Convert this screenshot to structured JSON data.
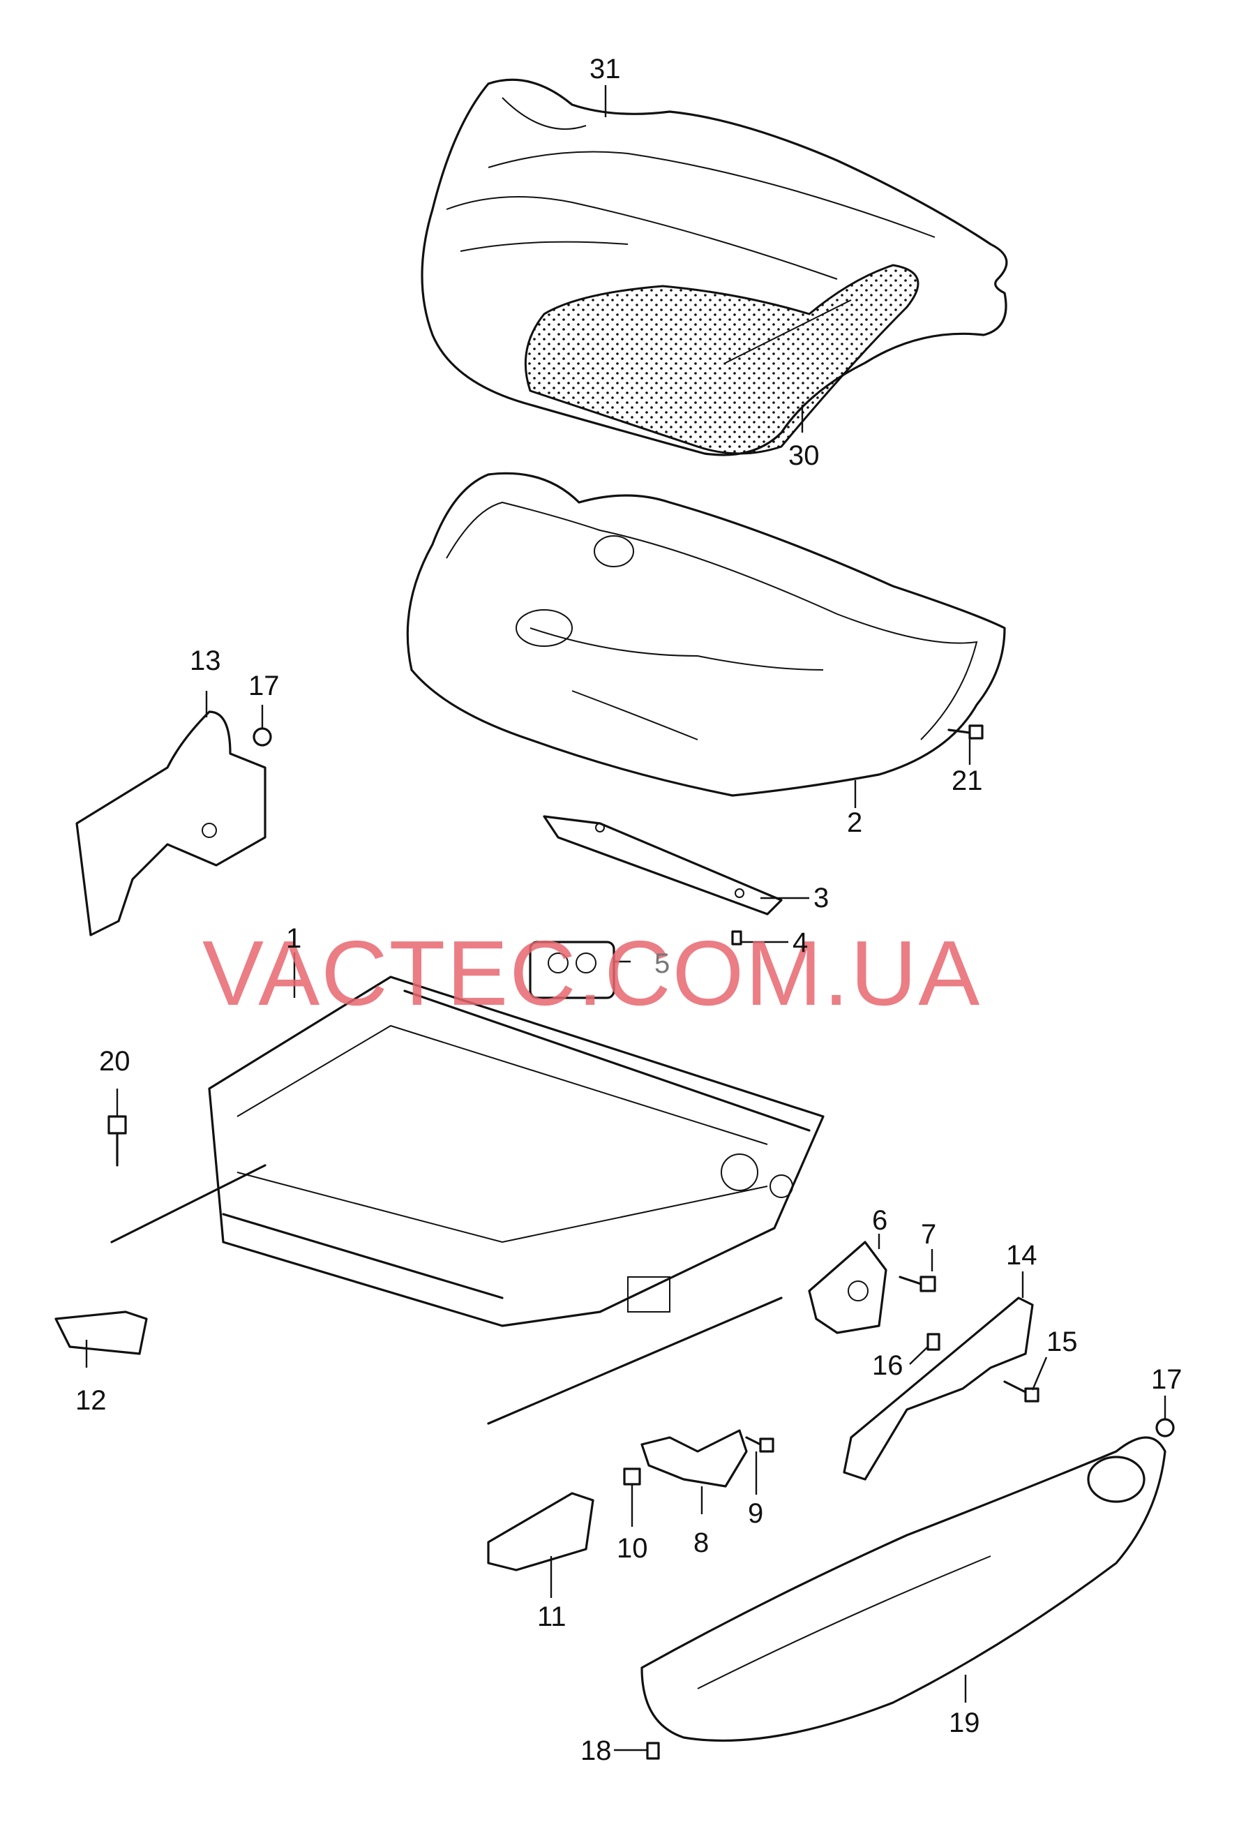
{
  "watermark": "VACTEC.COM.UA",
  "callouts": {
    "c1": "1",
    "c2": "2",
    "c3": "3",
    "c4": "4",
    "c5": "5",
    "c6": "6",
    "c7": "7",
    "c8": "8",
    "c9": "9",
    "c10": "10",
    "c11": "11",
    "c12": "12",
    "c13": "13",
    "c14": "14",
    "c15": "15",
    "c16": "16",
    "c17a": "17",
    "c17b": "17",
    "c18": "18",
    "c19": "19",
    "c20": "20",
    "c21": "21",
    "c30": "30",
    "c31": "31"
  },
  "colors": {
    "watermark": "#e8666e",
    "line": "#111111",
    "background": "#ffffff"
  }
}
